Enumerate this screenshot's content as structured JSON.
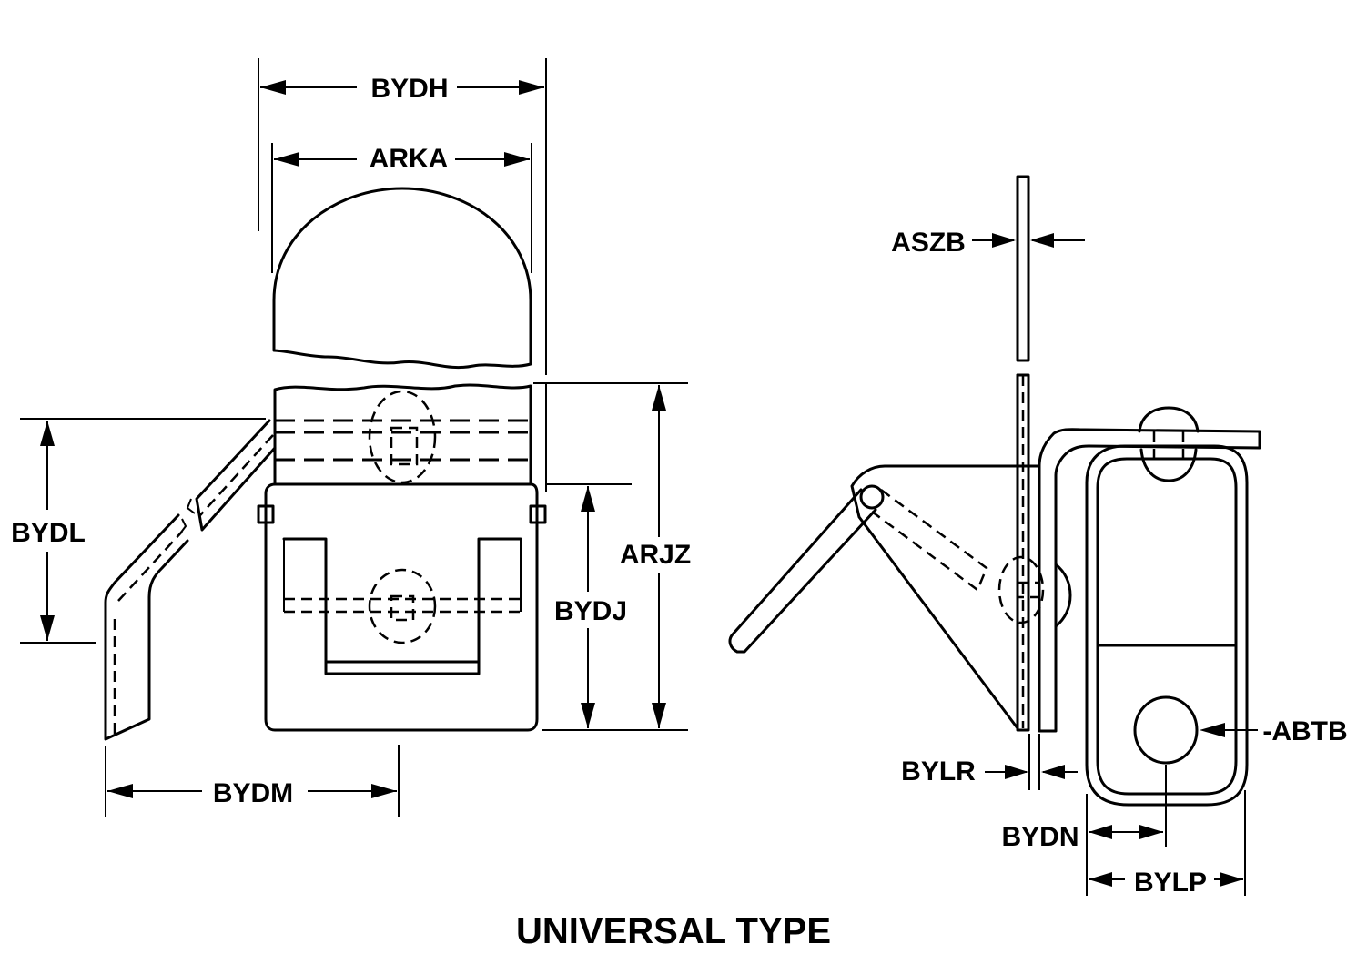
{
  "labels": {
    "bydh": "BYDH",
    "arka": "ARKA",
    "bydl": "BYDL",
    "arjz": "ARJZ",
    "bydj": "BYDJ",
    "bydm": "BYDM",
    "aszb": "ASZB",
    "bylr": "BYLR",
    "abtb": "-ABTB",
    "bydn": "BYDN",
    "bylp": "BYLP"
  },
  "caption": "UNIVERSAL TYPE"
}
